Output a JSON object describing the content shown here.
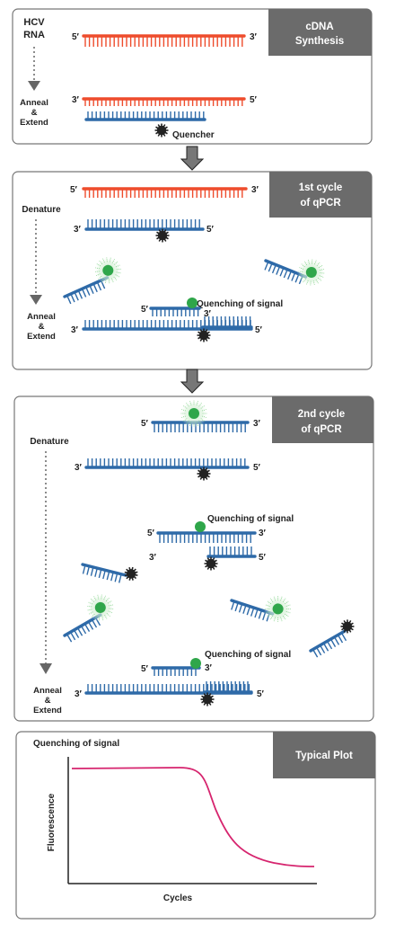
{
  "colors": {
    "rna": "#ee4c2c",
    "dna": "#2e6aa8",
    "probe_fluor": "#2fa64a",
    "quencher": "#222222",
    "panel_border": "#777777",
    "tag_bg": "#6b6b6b",
    "curve": "#d6246e",
    "arrow_fill": "#777777"
  },
  "panel1": {
    "title_line1": "cDNA",
    "title_line2": "Synthesis",
    "hcv_line1": "HCV",
    "hcv_line2": "RNA",
    "anneal_line1": "Anneal",
    "anneal_line2": "&",
    "anneal_line3": "Extend",
    "quencher_label": "Quencher",
    "end_5": "5′",
    "end_3": "3′"
  },
  "panel2": {
    "title_line1": "1st cycle",
    "title_line2": "of qPCR",
    "denature": "Denature",
    "anneal_line1": "Anneal",
    "anneal_line2": "&",
    "anneal_line3": "Extend",
    "quenching": "Quenching of signal"
  },
  "panel3": {
    "title_line1": "2nd cycle",
    "title_line2": "of qPCR",
    "denature": "Denature",
    "anneal_line1": "Anneal",
    "anneal_line2": "&",
    "anneal_line3": "Extend",
    "quenching_a": "Quenching of signal",
    "quenching_b": "Quenching of signal"
  },
  "panel4": {
    "title": "Typical Plot",
    "corner_label": "Quenching of signal",
    "xlabel": "Cycles",
    "ylabel": "Fluorescence"
  }
}
